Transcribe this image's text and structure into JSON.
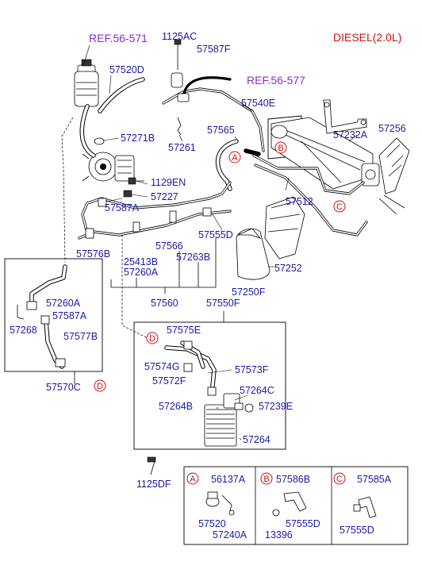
{
  "header": {
    "engine_label": "DIESEL(2.0L)",
    "ref_reservoir": "REF.56-571",
    "ref_gear": "REF.56-577"
  },
  "parts": {
    "p1125AC": "1125AC",
    "p57587F": "57587F",
    "p57520D": "57520D",
    "p57540E": "57540E",
    "p57271B": "57271B",
    "p57261": "57261",
    "p57565": "57565",
    "p57232A": "57232A",
    "p57256": "57256",
    "p1129EN": "1129EN",
    "p57227": "57227",
    "p57512": "57512",
    "p57587A_top": "57587A",
    "p57555D_mid": "57555D",
    "p57566": "57566",
    "p57576B": "57576B",
    "p25413B": "25413B",
    "p57263B": "57263B",
    "p57260A_mid": "57260A",
    "p57252": "57252",
    "p57250F": "57250F",
    "p57560": "57560",
    "p57550F": "57550F",
    "p57260A_left": "57260A",
    "p57587A_left": "57587A",
    "p57268": "57268",
    "p57577B": "57577B",
    "p57570C": "57570C",
    "p57575E": "57575E",
    "p57574G": "57574G",
    "p57573F": "57573F",
    "p57572F": "57572F",
    "p57264C": "57264C",
    "p57264B": "57264B",
    "p57239E": "57239E",
    "p57264": "57264",
    "p1125DF": "1125DF",
    "pA_56137A": "56137A",
    "pA_57520": "57520",
    "pA_57240A": "57240A",
    "pB_57586B": "57586B",
    "pB_13396": "13396",
    "pB_57555D": "57555D",
    "pC_57585A": "57585A",
    "pC_57555D": "57555D"
  },
  "markers": {
    "A": "A",
    "B": "B",
    "C": "C",
    "D": "D"
  },
  "icons": {
    "reservoir": "reservoir-tank-icon",
    "pump": "power-steering-pump-icon",
    "gear": "steering-gear-rack-icon",
    "cooler": "oil-cooler-icon",
    "heat_shield": "heat-shield-icon",
    "clamp": "hose-clamp-icon",
    "bolt": "bolt-icon"
  },
  "colors": {
    "part_number": "#1a1aa8",
    "reference": "#8a2bd6",
    "marker": "#d01010",
    "line": "#000000"
  }
}
